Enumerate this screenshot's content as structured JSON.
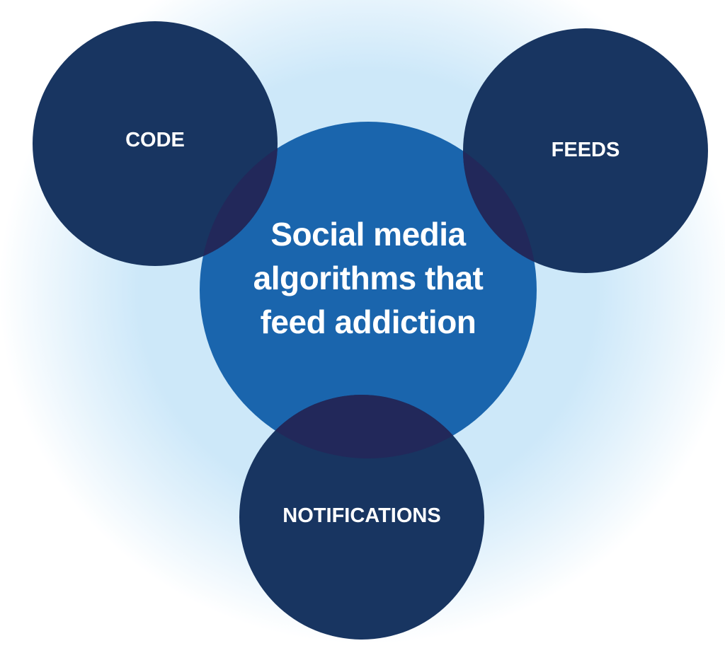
{
  "diagram": {
    "type": "venn-like concept diagram",
    "center": {
      "lines": [
        "Social media",
        "algorithms that",
        "feed addiction"
      ],
      "color": "#1A65AD"
    },
    "satellites": [
      {
        "label": "CODE",
        "position": "top-left",
        "color": "#183561"
      },
      {
        "label": "FEEDS",
        "position": "top-right",
        "color": "#183561"
      },
      {
        "label": "NOTIFICATIONS",
        "position": "bottom",
        "color": "#183561"
      }
    ],
    "overlap_color": "#22285A",
    "background_glow_color": "#CDE8F9",
    "text_color": "#FFFFFF"
  }
}
